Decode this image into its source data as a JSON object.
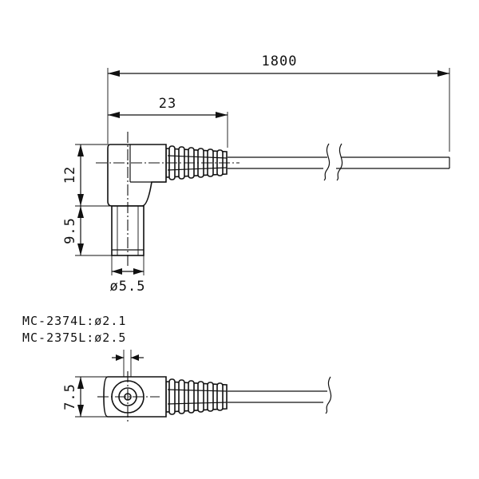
{
  "dimensions": {
    "overall_length": "1800",
    "head_length": "23",
    "body_height": "12",
    "plug_length": "9.5",
    "plug_diameter": "ø5.5",
    "head_width": "7.5"
  },
  "models": [
    {
      "label": "MC-2374L:ø2.1"
    },
    {
      "label": "MC-2375L:ø2.5"
    }
  ]
}
